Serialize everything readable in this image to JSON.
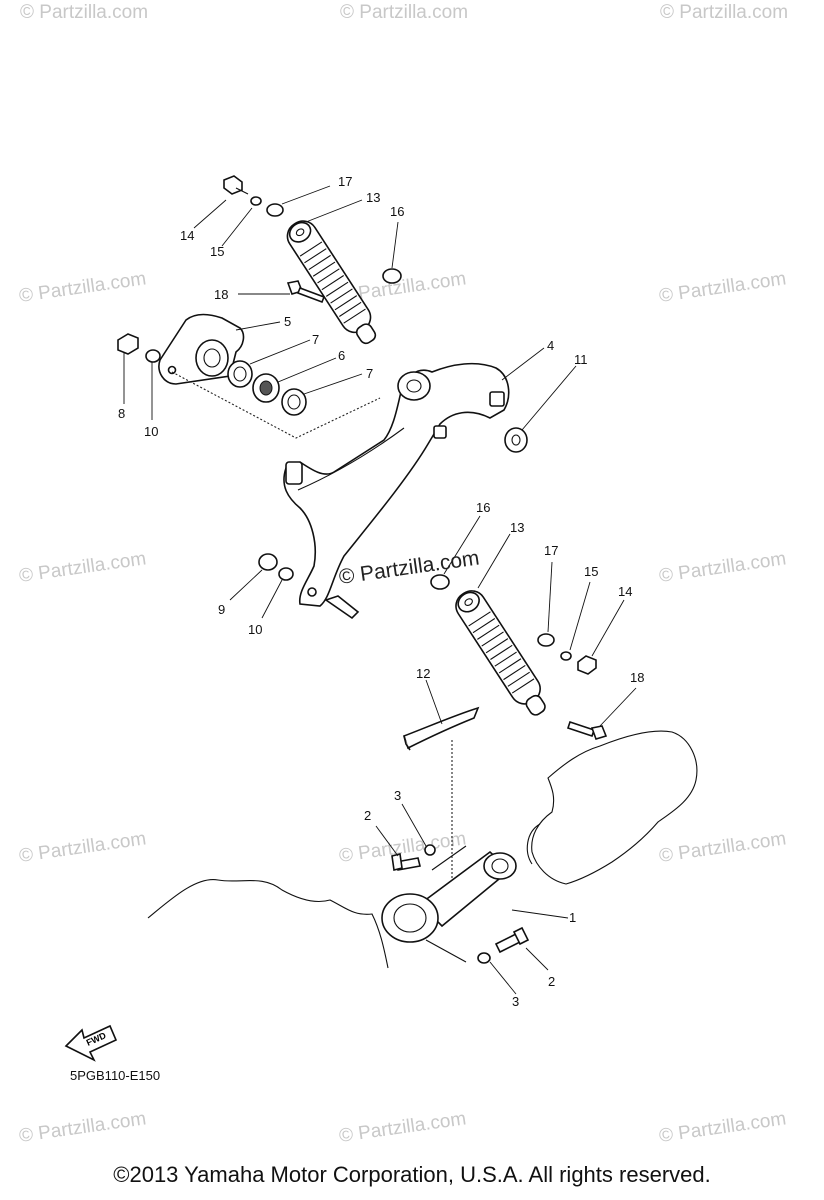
{
  "diagram": {
    "callouts": [
      "17",
      "13",
      "16",
      "14",
      "15",
      "18",
      "5",
      "7",
      "6",
      "7",
      "8",
      "10",
      "4",
      "11",
      "16",
      "13",
      "17",
      "15",
      "14",
      "9",
      "10",
      "18",
      "12",
      "3",
      "2",
      "1",
      "2",
      "3"
    ],
    "drawing_code": "5PGB110-E150",
    "fwd_label": "FWD",
    "watermark": "© Partzilla.com",
    "watermark_center": "© Partzilla.com"
  },
  "copyright": "©2013  Yamaha Motor Corporation, U.S.A. All rights reserved."
}
